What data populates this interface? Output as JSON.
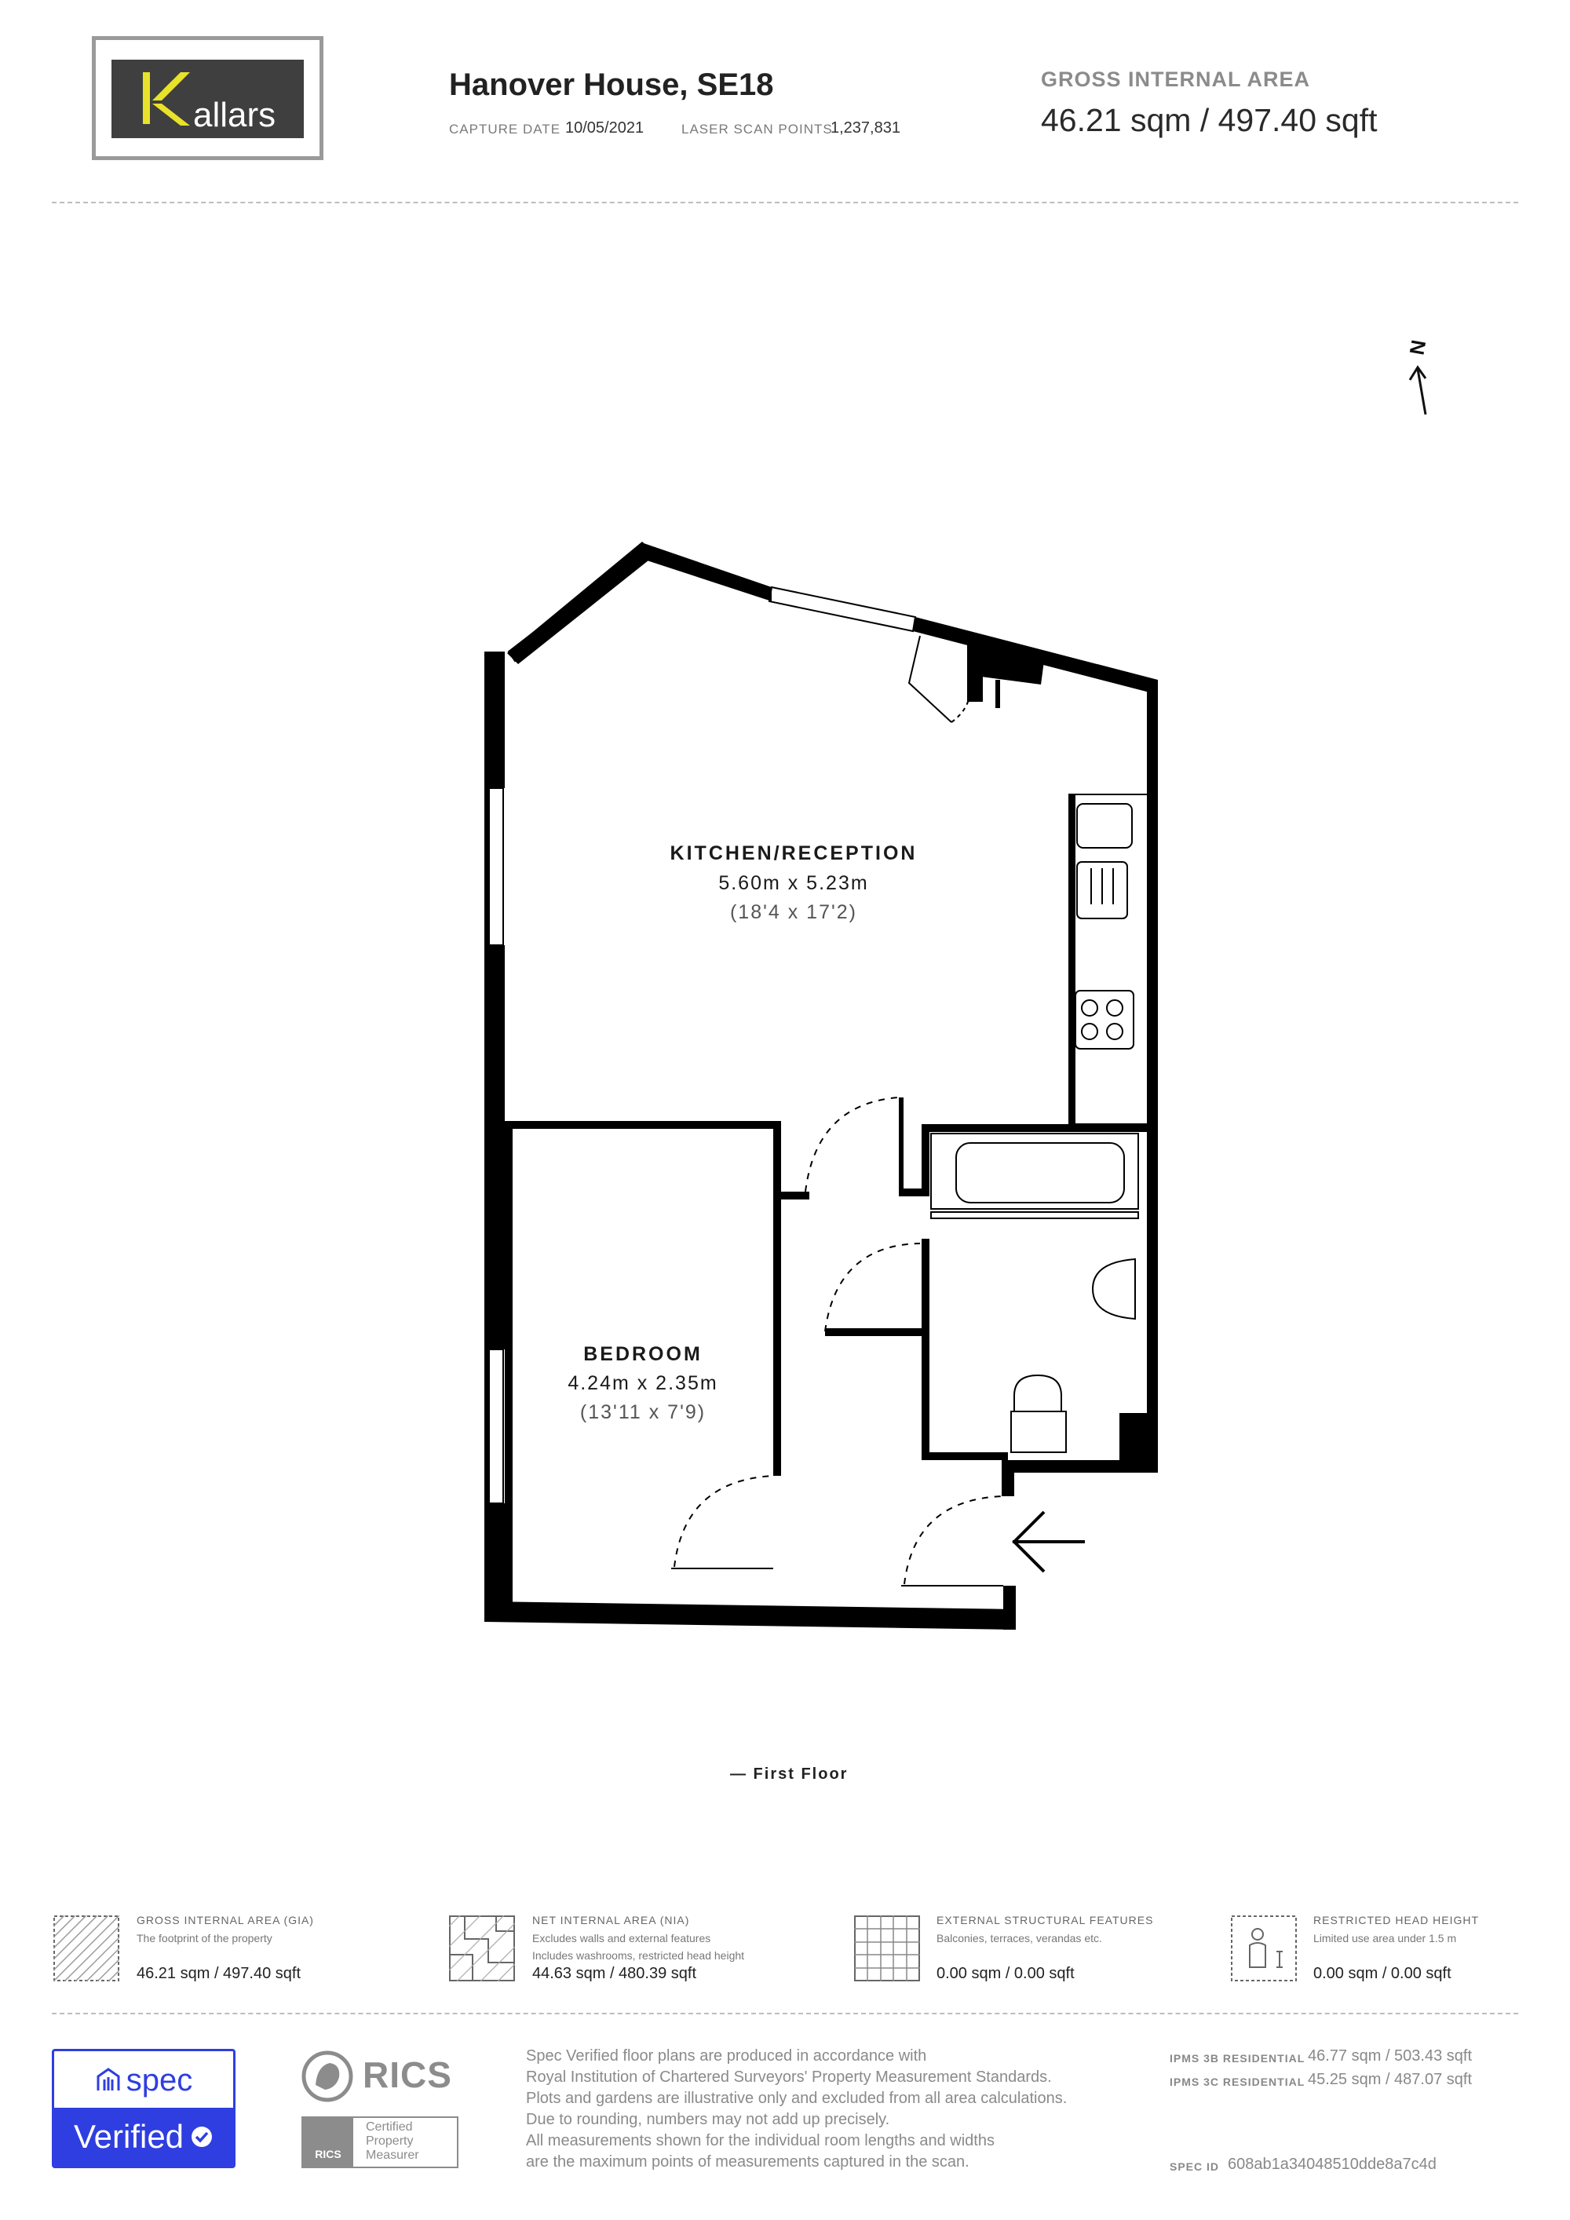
{
  "header": {
    "logo_text": "allars",
    "title": "Hanover House, SE18",
    "capture_label": "CAPTURE DATE",
    "capture_value": "10/05/2021",
    "scan_label": "LASER SCAN POINTS",
    "scan_value": "1,237,831",
    "gia_label": "GROSS INTERNAL AREA",
    "gia_value": "46.21 sqm / 497.40 sqft"
  },
  "plan": {
    "compass": "N",
    "rooms": [
      {
        "name": "KITCHEN/RECEPTION",
        "metric": "5.60m x 5.23m",
        "imperial": "(18'4 x 17'2)"
      },
      {
        "name": "BEDROOM",
        "metric": "4.24m x 2.35m",
        "imperial": "(13'11 x 7'9)"
      }
    ],
    "floor_label": "— First Floor"
  },
  "legend": [
    {
      "title": "GROSS INTERNAL AREA (GIA)",
      "desc": [
        "The footprint of the property"
      ],
      "value": "46.21 sqm / 497.40 sqft",
      "icon": "gia-hatch-icon"
    },
    {
      "title": "NET INTERNAL AREA (NIA)",
      "desc": [
        "Excludes walls and external features",
        "Includes washrooms, restricted head height"
      ],
      "value": "44.63 sqm / 480.39 sqft",
      "icon": "nia-hatch-icon"
    },
    {
      "title": "EXTERNAL STRUCTURAL FEATURES",
      "desc": [
        "Balconies, terraces, verandas etc."
      ],
      "value": "0.00 sqm / 0.00 sqft",
      "icon": "grid-icon"
    },
    {
      "title": "RESTRICTED HEAD HEIGHT",
      "desc": [
        "Limited use area under 1.5 m"
      ],
      "value": "0.00 sqm / 0.00 sqft",
      "icon": "person-height-icon"
    }
  ],
  "footer": {
    "spec_brand": "spec",
    "spec_verified": "Verified",
    "rics_label": "RICS",
    "rics_cert": [
      "Certified",
      "Property",
      "Measurer"
    ],
    "rics_small": "RICS",
    "disclaimer": [
      "Spec Verified floor plans are produced in accordance with",
      "Royal Institution of Chartered Surveyors' Property Measurement Standards.",
      "Plots and gardens are illustrative only and excluded from all area calculations.",
      "Due to rounding, numbers may not add up precisely.",
      "All measurements shown for the individual room lengths and widths",
      "are the maximum points of measurements captured in the scan."
    ],
    "ipms3b_label": "IPMS 3B RESIDENTIAL",
    "ipms3b_value": "46.77 sqm / 503.43 sqft",
    "ipms3c_label": "IPMS 3C RESIDENTIAL",
    "ipms3c_value": "45.25 sqm / 487.07 sqft",
    "specid_label": "SPEC ID",
    "specid_value": "608ab1a34048510dde8a7c4d"
  },
  "colors": {
    "accent": "#2f3ee0",
    "logo_yellow": "#e8e22a",
    "logo_bg": "#3f3f3f",
    "wall": "#000000"
  }
}
